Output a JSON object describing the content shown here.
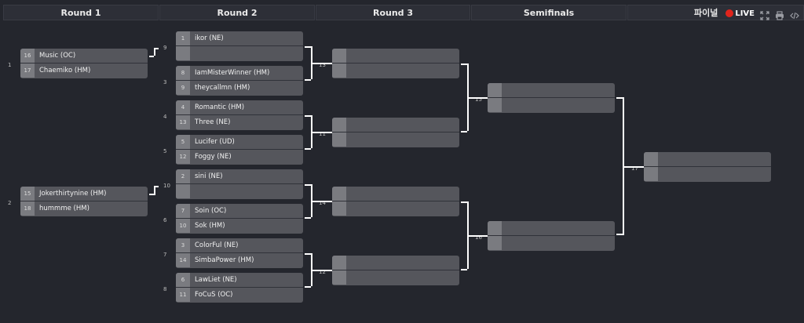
{
  "rounds": [
    "Round 1",
    "Round 2",
    "Round 3",
    "Semifinals",
    "파이널"
  ],
  "toolbar": {
    "live_label": "LIVE",
    "icons": [
      "fullscreen-icon",
      "print-icon",
      "embed-code-icon"
    ]
  },
  "matches": [
    {
      "id": "1",
      "players": [
        {
          "seed": "16",
          "name": "Music (OC)"
        },
        {
          "seed": "17",
          "name": "Chaemiko (HM)"
        }
      ]
    },
    {
      "id": "2",
      "players": [
        {
          "seed": "15",
          "name": "Jokerthirtynine (HM)"
        },
        {
          "seed": "18",
          "name": "hummme (HM)"
        }
      ]
    },
    {
      "id": "9",
      "players": [
        {
          "seed": "1",
          "name": "ikor (NE)"
        },
        {
          "seed": "",
          "name": ""
        }
      ]
    },
    {
      "id": "3",
      "players": [
        {
          "seed": "8",
          "name": "IamMisterWinner (HM)"
        },
        {
          "seed": "9",
          "name": "theycallmn (HM)"
        }
      ]
    },
    {
      "id": "4",
      "players": [
        {
          "seed": "4",
          "name": "Romantic (HM)"
        },
        {
          "seed": "13",
          "name": "Three (NE)"
        }
      ]
    },
    {
      "id": "5",
      "players": [
        {
          "seed": "5",
          "name": "Lucifer (UD)"
        },
        {
          "seed": "12",
          "name": "Foggy (NE)"
        }
      ]
    },
    {
      "id": "10",
      "players": [
        {
          "seed": "2",
          "name": "sini (NE)"
        },
        {
          "seed": "",
          "name": ""
        }
      ]
    },
    {
      "id": "6",
      "players": [
        {
          "seed": "7",
          "name": "Soin (OC)"
        },
        {
          "seed": "10",
          "name": "Sok (HM)"
        }
      ]
    },
    {
      "id": "7",
      "players": [
        {
          "seed": "3",
          "name": "ColorFul (NE)"
        },
        {
          "seed": "14",
          "name": "SimbaPower (HM)"
        }
      ]
    },
    {
      "id": "8",
      "players": [
        {
          "seed": "6",
          "name": "LawLiet (NE)"
        },
        {
          "seed": "11",
          "name": "FoCuS (OC)"
        }
      ]
    },
    {
      "id": "13",
      "players": [
        {
          "seed": "",
          "name": ""
        },
        {
          "seed": "",
          "name": ""
        }
      ]
    },
    {
      "id": "11",
      "players": [
        {
          "seed": "",
          "name": ""
        },
        {
          "seed": "",
          "name": ""
        }
      ]
    },
    {
      "id": "14",
      "players": [
        {
          "seed": "",
          "name": ""
        },
        {
          "seed": "",
          "name": ""
        }
      ]
    },
    {
      "id": "12",
      "players": [
        {
          "seed": "",
          "name": ""
        },
        {
          "seed": "",
          "name": ""
        }
      ]
    },
    {
      "id": "15",
      "players": [
        {
          "seed": "",
          "name": ""
        },
        {
          "seed": "",
          "name": ""
        }
      ]
    },
    {
      "id": "16",
      "players": [
        {
          "seed": "",
          "name": ""
        },
        {
          "seed": "",
          "name": ""
        }
      ]
    },
    {
      "id": "17",
      "players": [
        {
          "seed": "",
          "name": ""
        },
        {
          "seed": "",
          "name": ""
        }
      ]
    }
  ]
}
